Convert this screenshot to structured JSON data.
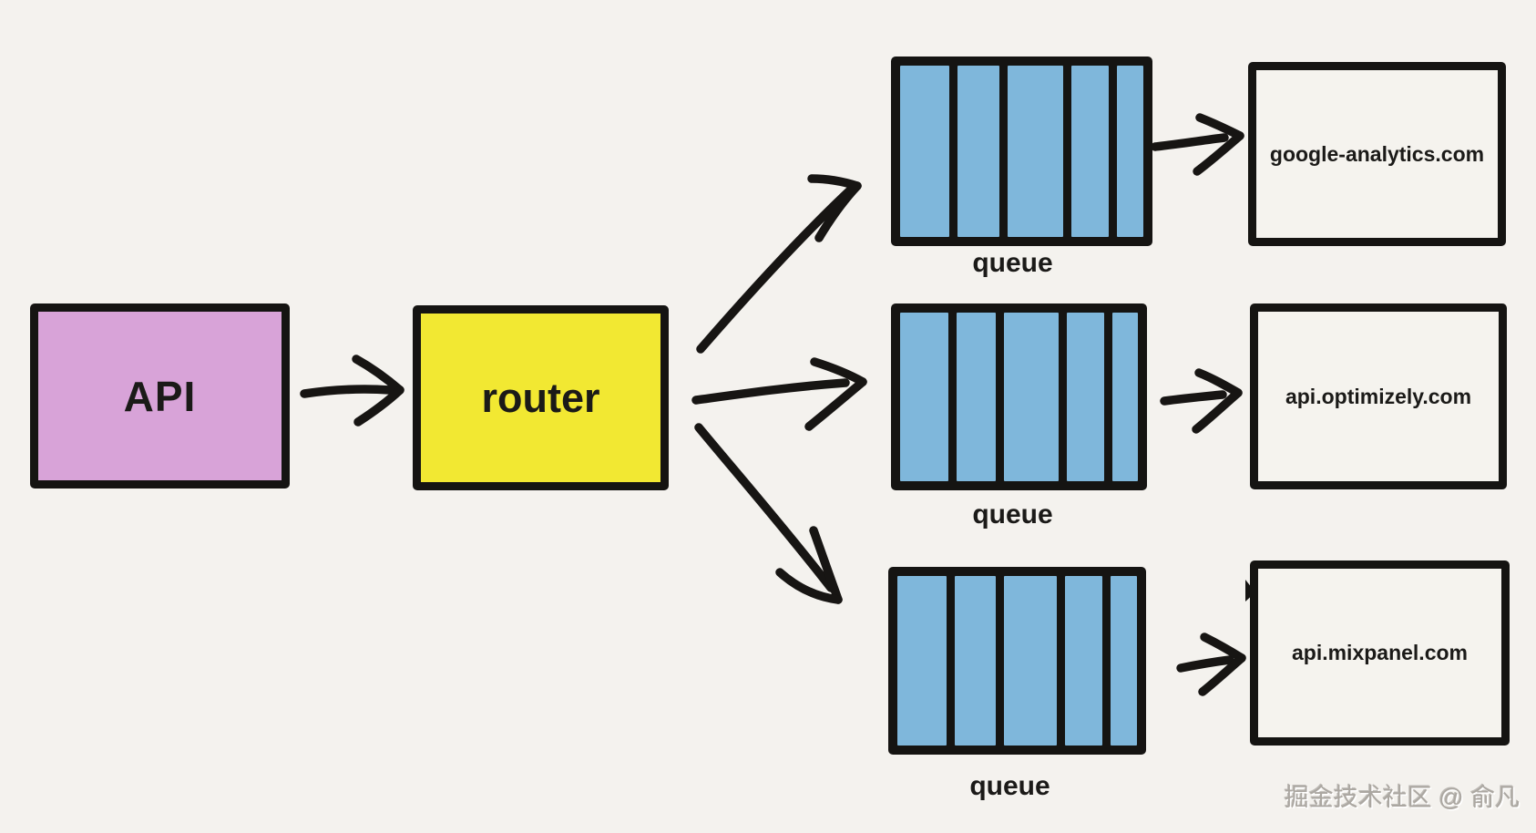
{
  "diagram": {
    "api": {
      "label": "API"
    },
    "router": {
      "label": "router"
    },
    "queues": [
      {
        "label": "queue"
      },
      {
        "label": "queue"
      },
      {
        "label": "queue"
      }
    ],
    "destinations": [
      {
        "label": "google-analytics.com"
      },
      {
        "label": "api.optimizely.com"
      },
      {
        "label": "api.mixpanel.com"
      }
    ],
    "arrows": [
      "api-to-router",
      "router-to-queue-1",
      "router-to-queue-2",
      "router-to-queue-3",
      "queue-1-to-google-analytics",
      "queue-2-to-optimizely",
      "queue-3-to-mixpanel"
    ]
  },
  "colors": {
    "canvas_bg": "#f4f2ee",
    "api_fill": "#d8a3d8",
    "router_fill": "#f2e832",
    "queue_fill": "#7fb7db",
    "dest_fill": "#f5f3ee",
    "outline": "#151412",
    "text": "#1b1a18",
    "watermark": "#aba7a1"
  },
  "watermark": {
    "text": "掘金技术社区 @ 俞凡"
  }
}
